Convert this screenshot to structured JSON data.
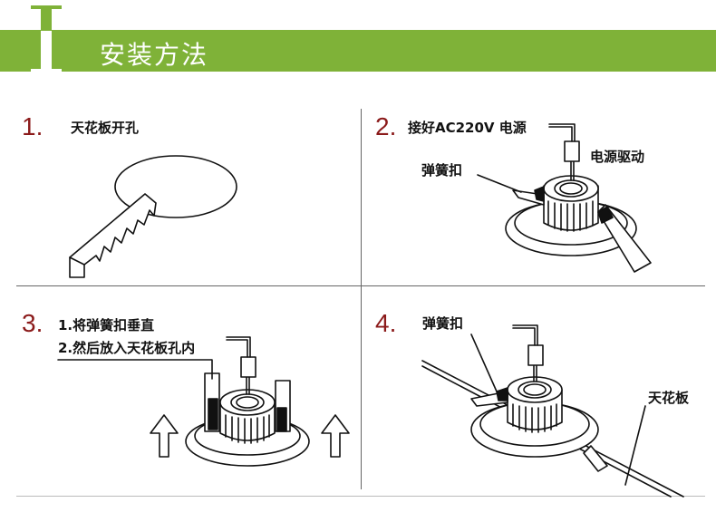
{
  "header": {
    "title": "安装方法",
    "accent_color": "#7fb238"
  },
  "steps": [
    {
      "number": "1.",
      "labels": [
        "天花板开孔"
      ]
    },
    {
      "number": "2.",
      "labels": [
        "接好AC220V 电源",
        "电源驱动",
        "弹簧扣"
      ]
    },
    {
      "number": "3.",
      "labels": [
        "1.将弹簧扣垂直",
        "2.然后放入天花板孔内"
      ]
    },
    {
      "number": "4.",
      "labels": [
        "弹簧扣",
        "天花板"
      ]
    }
  ],
  "colors": {
    "step_number": "#8b1a1a",
    "line": "#111111"
  }
}
